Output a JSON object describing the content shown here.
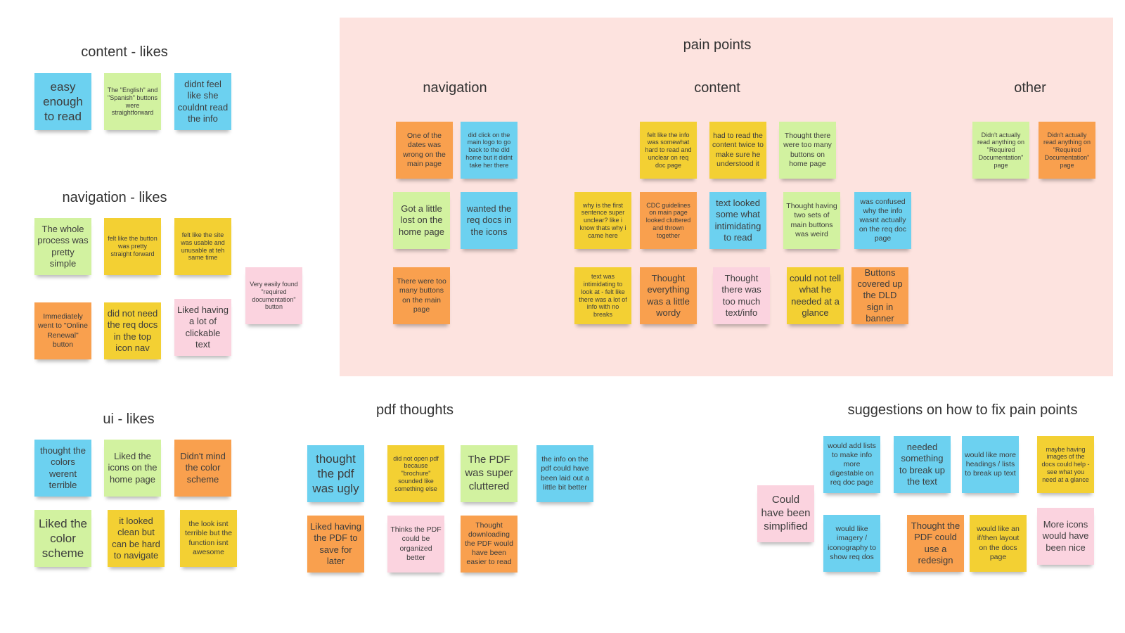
{
  "colors": {
    "blue": "#6cd1f0",
    "green": "#d2f2a0",
    "orange": "#f9a04e",
    "yellow": "#f3d033",
    "pink": "#fbd3df",
    "pain_frame": "#fde3df"
  },
  "headings": {
    "content_likes": "content - likes",
    "navigation_likes": "navigation - likes",
    "ui_likes": "ui - likes",
    "pain_points": "pain points",
    "navigation": "navigation",
    "content": "content",
    "other": "other",
    "pdf_thoughts": "pdf thoughts",
    "suggestions": "suggestions on how to fix pain points"
  },
  "content_likes": [
    "easy enough to read",
    "The \"English\" and \"Spanish\" buttons were straightforward",
    "didnt feel like she couldnt read the info"
  ],
  "navigation_likes": [
    "The whole process was pretty simple",
    "felt like the button was pretty straight forward",
    "felt like the site was usable and unusable at teh same time",
    "Very easily found \"required documentation\" button",
    "Immediately went to \"Online Renewal\" button",
    "did not need the req docs in the top icon nav",
    "Liked having a lot of clickable text"
  ],
  "ui_likes": [
    "thought the colors werent terrible",
    "Liked the icons on the home page",
    "Didn't mind the color scheme",
    "Liked the color scheme",
    "it looked clean but can be hard to navigate",
    "the look isnt terrible but the function isnt awesome"
  ],
  "pain_navigation": [
    "One of the dates was wrong on the main page",
    "did click on the main logo to go back to the dld home but it didnt take her there",
    "Got a little lost on the home page",
    "wanted the req docs in the icons",
    "There were too many buttons on the main page"
  ],
  "pain_content": [
    "felt like the info was somewhat hard to read and unclear on req doc page",
    "had to read the content twice to make sure he understood it",
    "Thought there were too many buttons on home page",
    "why is the first sentence super unclear? like i know thats why i came here",
    "CDC guidelines on main page looked cluttered and thrown together",
    "text looked some what intimidating to read",
    "Thought having two sets of main buttons was weird",
    "was confused why the info wasnt actually on the req doc page",
    "text was intimidating to look at - felt like there was a lot of info with no breaks",
    "Thought everything was a little wordy",
    "Thought there was too much text/info",
    "could not tell what he needed at a glance",
    "Buttons covered up the DLD sign in banner"
  ],
  "pain_other": [
    "Didn't actually read anything on \"Required Documentation\" page",
    "Didn't actually read anything on \"Required Documentation\" page"
  ],
  "pdf_thoughts": [
    "thought the pdf was ugly",
    "did not open pdf because \"brochure\" sounded like something else",
    "The PDF was super cluttered",
    "the info on the pdf could have been laid out a little bit better",
    "Liked having the PDF to save for later",
    "Thinks the PDF could be organized better",
    "Thought downloading the PDF would have been easier to read"
  ],
  "suggestions": [
    "would add lists to make info more digestable on req doc page",
    "needed something to break up the text",
    "would like more headings / lists to break up text",
    "maybe having images of the docs could help - see what you need at a glance",
    "Could have been simplified",
    "would like imagery / iconography to show req dos",
    "Thought the PDF could use a redesign",
    "would like an if/then layout on the docs page",
    "More icons would have been nice"
  ]
}
